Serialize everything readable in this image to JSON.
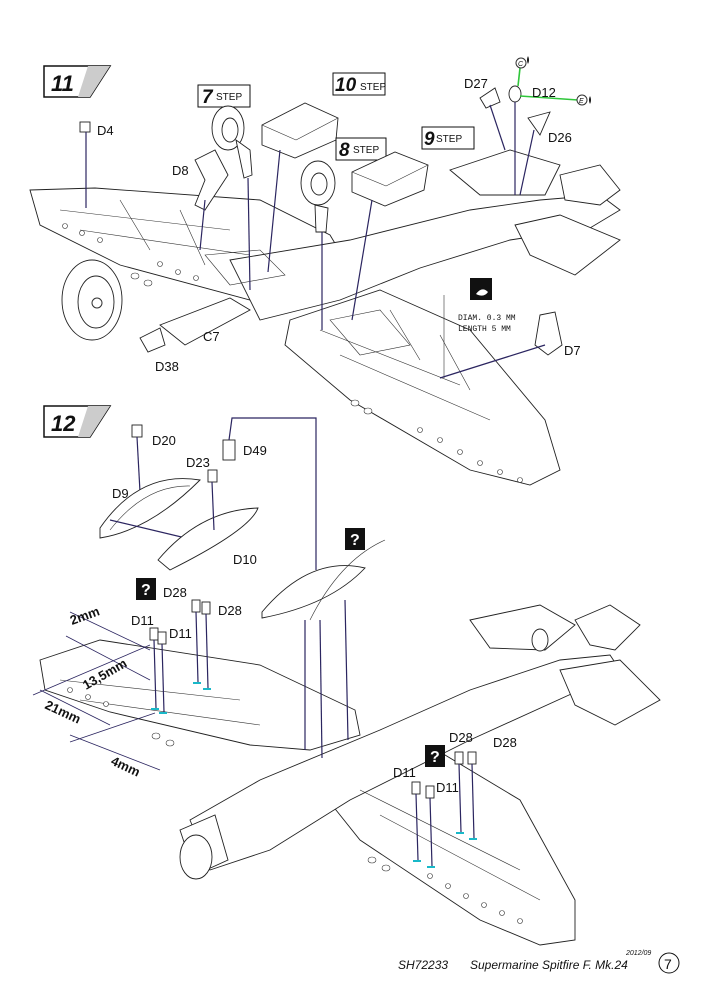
{
  "sections": [
    {
      "number": "11"
    },
    {
      "number": "12"
    }
  ],
  "steps": [
    {
      "number": "7",
      "word": "STEP"
    },
    {
      "number": "10",
      "word": "STEP"
    },
    {
      "number": "8",
      "word": "STEP"
    },
    {
      "number": "9",
      "word": "STEP"
    }
  ],
  "parts_11": {
    "D4": "D4",
    "D8": "D8",
    "C7": "C7",
    "D38": "D38",
    "D27": "D27",
    "D12": "D12",
    "D26": "D26",
    "D7": "D7"
  },
  "glue_markers": {
    "c": "C",
    "e": "E"
  },
  "drill_note": {
    "line1": "DIAM. 0.3 MM",
    "line2": "LENGTH 5 MM"
  },
  "parts_12": {
    "D20": "D20",
    "D23": "D23",
    "D49": "D49",
    "D9": "D9",
    "D10": "D10",
    "D28_a": "D28",
    "D28_b": "D28",
    "D11_a": "D11",
    "D11_b": "D11",
    "D28_c": "D28",
    "D28_d": "D28",
    "D11_c": "D11",
    "D11_d": "D11"
  },
  "question_mark": "?",
  "dimensions": [
    "2mm",
    "13,5mm",
    "21mm",
    "4mm"
  ],
  "footer": {
    "code": "SH72233",
    "title": "Supermarine Spitfire F. Mk.24",
    "date": "2012/09",
    "page": "7"
  }
}
